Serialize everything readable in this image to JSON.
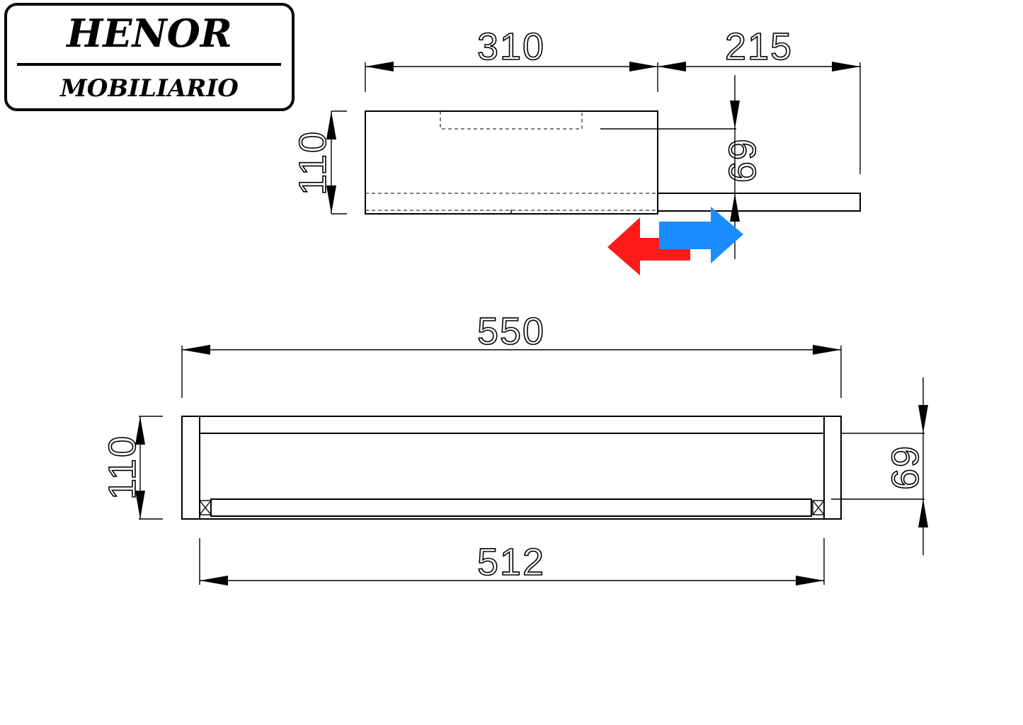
{
  "logo": {
    "brand": "HENOR",
    "subtitle": "MOBILIARIO"
  },
  "top_view": {
    "width_body": "310",
    "extension": "215",
    "height": "110",
    "depth": "69"
  },
  "front_view": {
    "total_width": "550",
    "inner_width": "512",
    "height": "110",
    "depth": "69"
  },
  "colors": {
    "retract_arrow": "#ff1a1a",
    "extend_arrow": "#1a8cff",
    "lines": "#000000"
  },
  "icons": {
    "retract": "arrow-left-icon",
    "extend": "arrow-right-icon"
  }
}
